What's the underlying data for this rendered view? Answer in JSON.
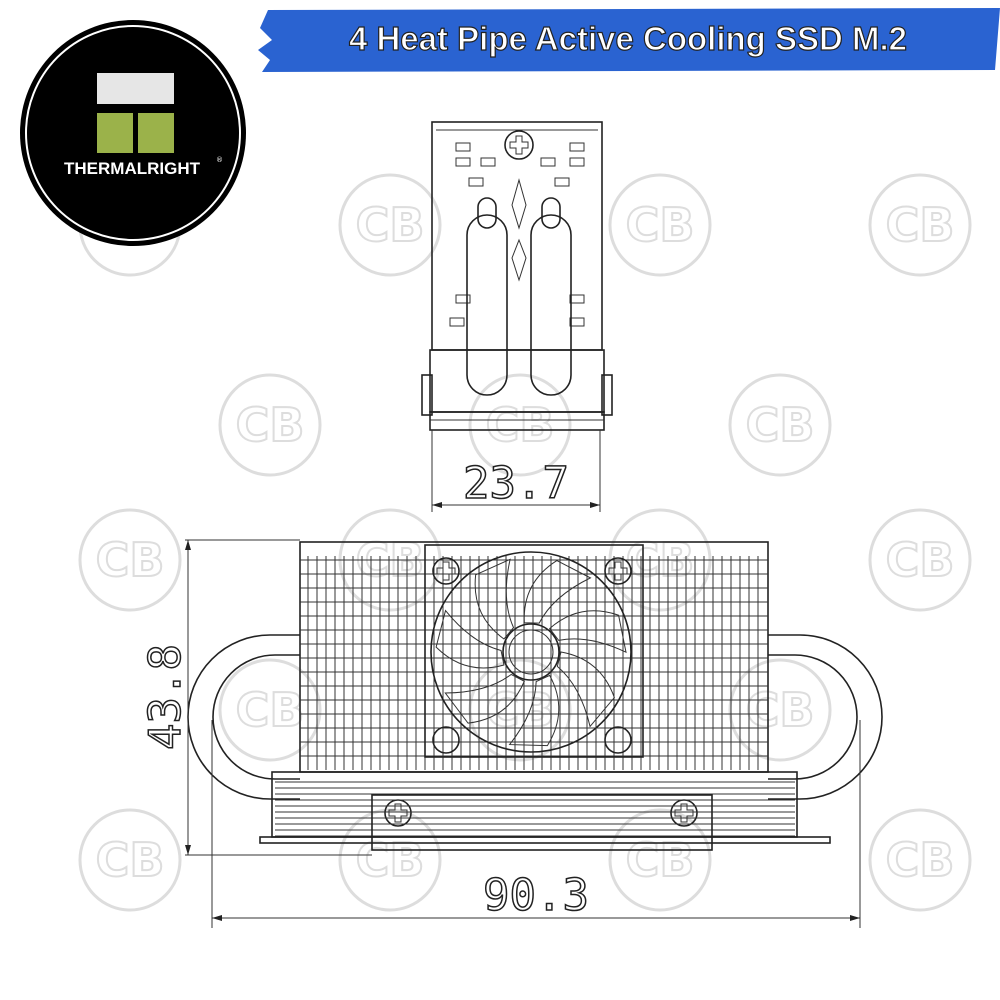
{
  "banner": {
    "title": "4 Heat Pipe Active Cooling SSD M.2",
    "color": "#2a63d1"
  },
  "logo": {
    "brand": "THERMALRIGHT",
    "mark": "®",
    "green": "#9bb24a",
    "grey": "#e6e6e6"
  },
  "watermark": {
    "text": "CB"
  },
  "dimensions": {
    "width_top_view": "23.7",
    "height_front_view": "43.8",
    "width_front_view": "90.3"
  }
}
